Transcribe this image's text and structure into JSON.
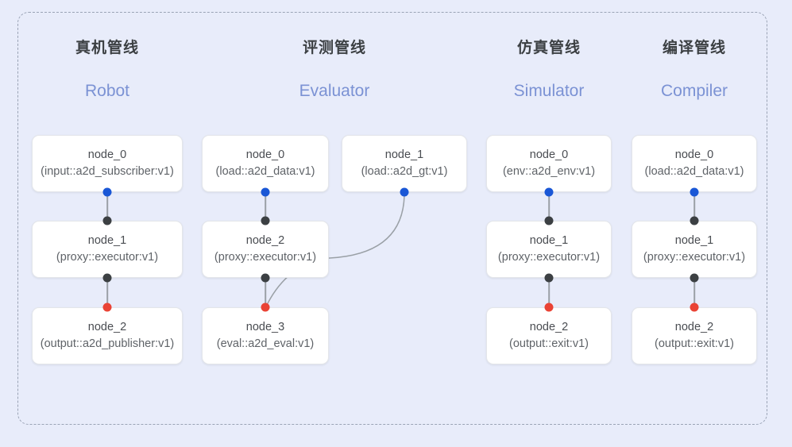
{
  "diagram": {
    "background_color": "#e8ecfa",
    "frame_border_color": "#9aa3b5",
    "port_colors": {
      "input": "#1a57d6",
      "middle": "#3c4043",
      "output": "#ea4335"
    },
    "columns": [
      {
        "id": "robot",
        "title_cn": "真机管线",
        "title_en": "Robot",
        "nodes": [
          {
            "name": "node_0",
            "type": "(input::a2d_subscriber:v1)"
          },
          {
            "name": "node_1",
            "type": "(proxy::executor:v1)"
          },
          {
            "name": "node_2",
            "type": "(output::a2d_publisher:v1)"
          }
        ]
      },
      {
        "id": "evaluator",
        "title_cn": "评测管线",
        "title_en": "Evaluator",
        "nodes": [
          {
            "name": "node_0",
            "type": "(load::a2d_data:v1)"
          },
          {
            "name": "node_1",
            "type": "(load::a2d_gt:v1)"
          },
          {
            "name": "node_2",
            "type": "(proxy::executor:v1)"
          },
          {
            "name": "node_3",
            "type": "(eval::a2d_eval:v1)"
          }
        ]
      },
      {
        "id": "simulator",
        "title_cn": "仿真管线",
        "title_en": "Simulator",
        "nodes": [
          {
            "name": "node_0",
            "type": "(env::a2d_env:v1)"
          },
          {
            "name": "node_1",
            "type": "(proxy::executor:v1)"
          },
          {
            "name": "node_2",
            "type": "(output::exit:v1)"
          }
        ]
      },
      {
        "id": "compiler",
        "title_cn": "编译管线",
        "title_en": "Compiler",
        "nodes": [
          {
            "name": "node_0",
            "type": "(load::a2d_data:v1)"
          },
          {
            "name": "node_1",
            "type": "(proxy::executor:v1)"
          },
          {
            "name": "node_2",
            "type": "(output::exit:v1)"
          }
        ]
      }
    ]
  }
}
